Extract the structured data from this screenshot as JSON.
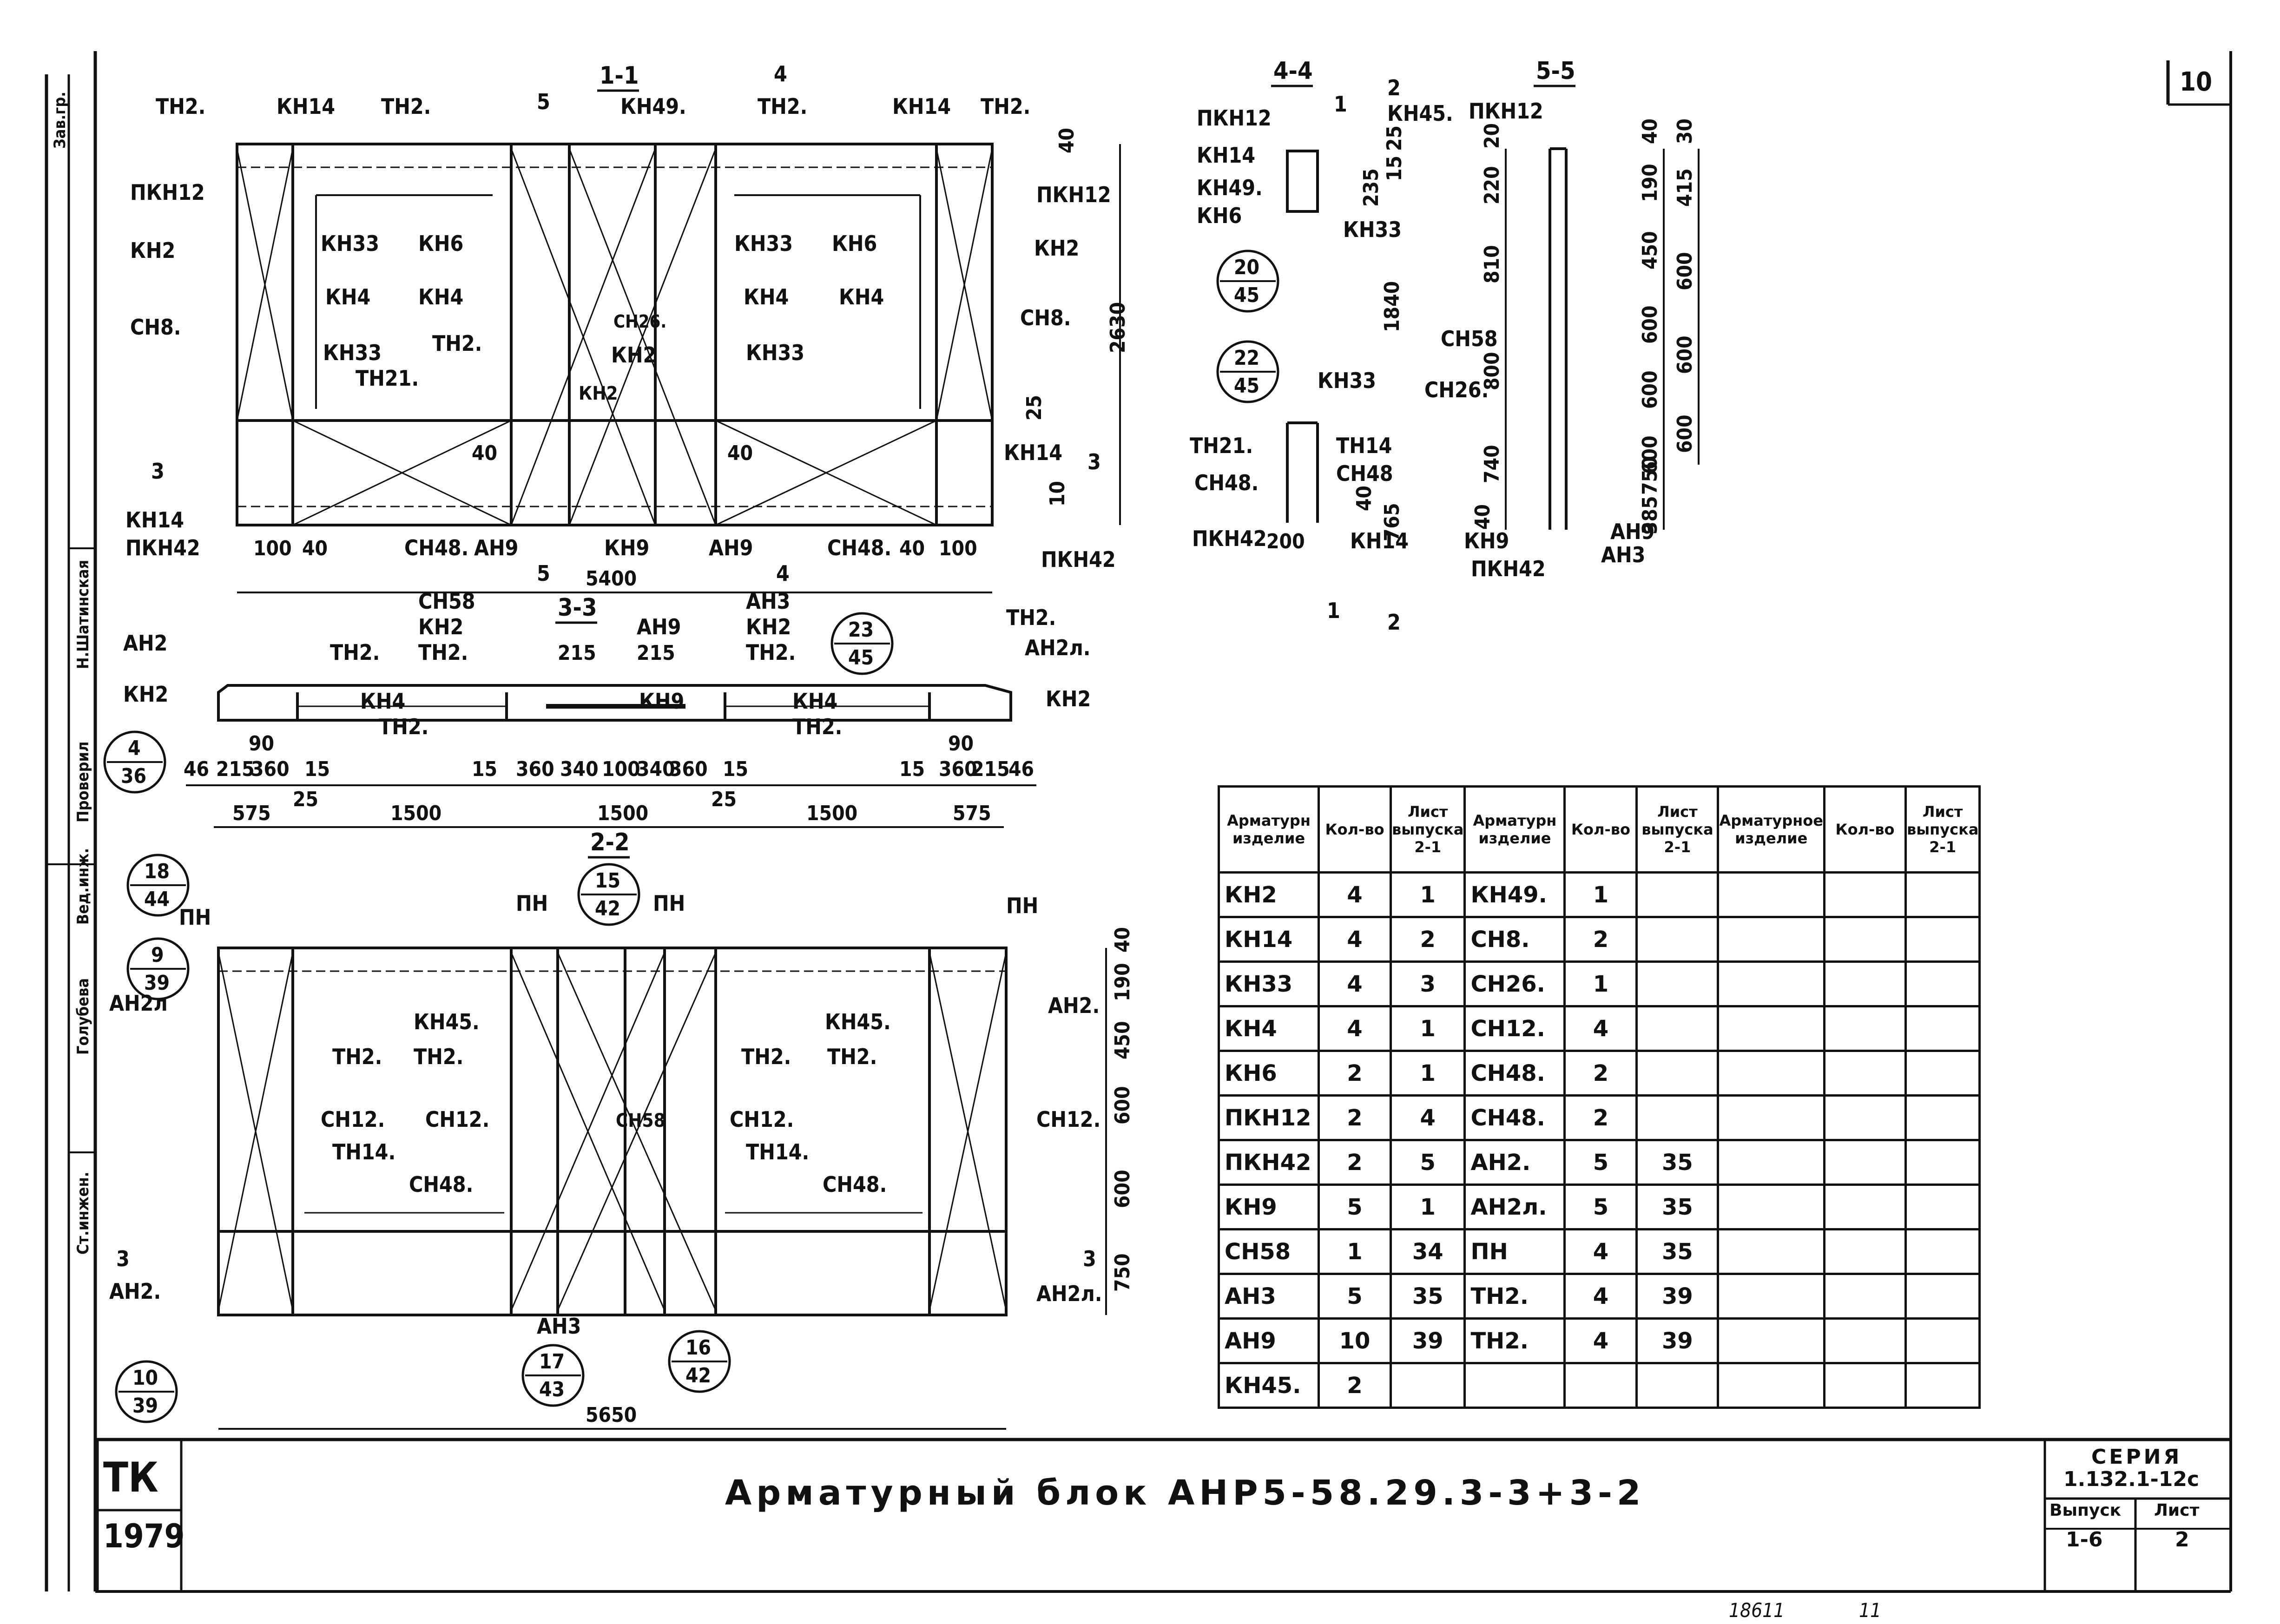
{
  "sheet": {
    "page_number": "10",
    "stamp_tk": "ТК",
    "stamp_year": "1979",
    "title": "Арматурный блок АНР5-58.29.3-3+3-2",
    "series_label": "СЕРИЯ",
    "series_value": "1.132.1-12с",
    "issue_label": "Выпуск",
    "issue_value": "1-6",
    "sheet_label": "Лист",
    "sheet_value": "2",
    "footer_left": "18611",
    "footer_right": "11"
  },
  "side_stamp": [
    "Н.Шатинская",
    "Проверил",
    "Вед.инж.",
    "Голубева",
    "Ст.инжен.",
    "Зав.гр."
  ],
  "sections": {
    "s11": "1-1",
    "s44": "4-4",
    "s55": "5-5",
    "s33": "3-3",
    "s22": "2-2"
  },
  "view11": {
    "top_labels": [
      "ТН2.",
      "КН14",
      "ТН2.",
      "КН49.",
      "ТН2.",
      "КН14",
      "ТН2."
    ],
    "left_labels": [
      "ПКН12",
      "КН2",
      "СН8.",
      "КН14",
      "ПКН42"
    ],
    "right_labels": [
      "ПКН12",
      "КН2",
      "СН8.",
      "КН14",
      "ПКН42"
    ],
    "inner_labels": [
      "КН33",
      "КН6",
      "КН4",
      "КН4",
      "КН33",
      "ТН2.",
      "ТН21.",
      "СН26.",
      "КН2",
      "КН2",
      "КН33",
      "КН6",
      "КН4",
      "КН4",
      "КН33"
    ],
    "bottom_labels": [
      "СН48.",
      "АН9",
      "КН9",
      "АН9",
      "СН48."
    ],
    "dims_bottom": [
      "100",
      "40",
      "40",
      "100"
    ],
    "total": "5400",
    "height": "2630",
    "cut_marks": [
      "5",
      "4",
      "3",
      "3",
      "5",
      "4"
    ],
    "small_dims": [
      "40",
      "25",
      "40",
      "40",
      "10"
    ]
  },
  "view44": {
    "labels": [
      "ПКН12",
      "КН14",
      "КН49.",
      "КН6",
      "КН45.",
      "КН33",
      "КН33",
      "ТН21.",
      "ТН14",
      "СН48.",
      "СН48",
      "ПКН42",
      "КН14"
    ],
    "dims": [
      "25",
      "235",
      "15",
      "1840",
      "765",
      "40",
      "200"
    ],
    "circles": [
      [
        "20",
        "45"
      ],
      [
        "22",
        "45"
      ]
    ],
    "cut_marks": [
      "1",
      "2",
      "1",
      "2"
    ]
  },
  "view55": {
    "labels": [
      "ПКН12",
      "СН58",
      "СН26.",
      "КН9",
      "ПКН42",
      "АН9",
      "АН3"
    ],
    "dims_left": [
      "20",
      "220",
      "810",
      "800",
      "740",
      "40"
    ],
    "dims_mid": [
      "40",
      "190",
      "450",
      "600",
      "600",
      "600",
      "750",
      "385"
    ],
    "dims_right": [
      "30",
      "415",
      "600",
      "600",
      "600"
    ]
  },
  "view33": {
    "labels": [
      "АН2",
      "КН2",
      "ТН2.",
      "СН58",
      "КН2",
      "ТН2.",
      "АН9",
      "АН3",
      "КН2",
      "ТН2.",
      "КН4",
      "ТН2.",
      "КН9",
      "КН4",
      "ТН2.",
      "ТН2.",
      "АН2л.",
      "КН2"
    ],
    "circles": [
      [
        "4",
        "36"
      ],
      [
        "23",
        "45"
      ]
    ],
    "dims_small": [
      "46",
      "215",
      "90",
      "360",
      "15",
      "25",
      "15",
      "360",
      "340",
      "100",
      "340",
      "360",
      "15",
      "25",
      "15",
      "360",
      "90",
      "215",
      "46",
      "215",
      "215"
    ],
    "dims_main": [
      "575",
      "1500",
      "1500",
      "1500",
      "575"
    ]
  },
  "view22": {
    "labels": [
      "ПН",
      "ПН",
      "ПН",
      "ПН",
      "КН45.",
      "КН45.",
      "АН2л",
      "ТН2.",
      "ТН2.",
      "ТН2.",
      "ТН2.",
      "СН12.",
      "СН12.",
      "СН58",
      "СН12.",
      "СН12.",
      "ТН14.",
      "СН48.",
      "ТН14.",
      "СН48.",
      "АН2.",
      "АН2.",
      "АН3",
      "АН2л."
    ],
    "circles": [
      [
        "18",
        "44"
      ],
      [
        "9",
        "39"
      ],
      [
        "15",
        "42"
      ],
      [
        "10",
        "39"
      ],
      [
        "17",
        "43"
      ],
      [
        "16",
        "42"
      ]
    ],
    "dims_right": [
      "40",
      "190",
      "450",
      "600",
      "600",
      "750"
    ],
    "total": "5650",
    "cut_marks": [
      "3",
      "3"
    ]
  },
  "spec_table": {
    "headers": [
      "Арматурн изделие",
      "Кол-во",
      "Лист выпуска 2-1",
      "Арматурн изделие",
      "Кол-во",
      "Лист выпуска 2-1",
      "Арматурное изделие",
      "Кол-во",
      "Лист выпуска 2-1"
    ],
    "rows": [
      [
        "КН2",
        "4",
        "1",
        "КН49.",
        "1",
        ""
      ],
      [
        "КН14",
        "4",
        "2",
        "СН8.",
        "2",
        ""
      ],
      [
        "КН33",
        "4",
        "3",
        "СН26.",
        "1",
        ""
      ],
      [
        "КН4",
        "4",
        "1",
        "СН12.",
        "4",
        ""
      ],
      [
        "КН6",
        "2",
        "1",
        "СН48.",
        "2",
        ""
      ],
      [
        "ПКН12",
        "2",
        "4",
        "СН48.",
        "2",
        ""
      ],
      [
        "ПКН42",
        "2",
        "5",
        "АН2.",
        "5",
        "35"
      ],
      [
        "КН9",
        "5",
        "1",
        "АН2л.",
        "5",
        "35"
      ],
      [
        "СН58",
        "1",
        "34",
        "ПН",
        "4",
        "35"
      ],
      [
        "АН3",
        "5",
        "35",
        "ТН2.",
        "4",
        "39"
      ],
      [
        "АН9",
        "10",
        "39",
        "ТН2.",
        "4",
        "39"
      ],
      [
        "КН45.",
        "2",
        "",
        "",
        "",
        ""
      ]
    ]
  }
}
